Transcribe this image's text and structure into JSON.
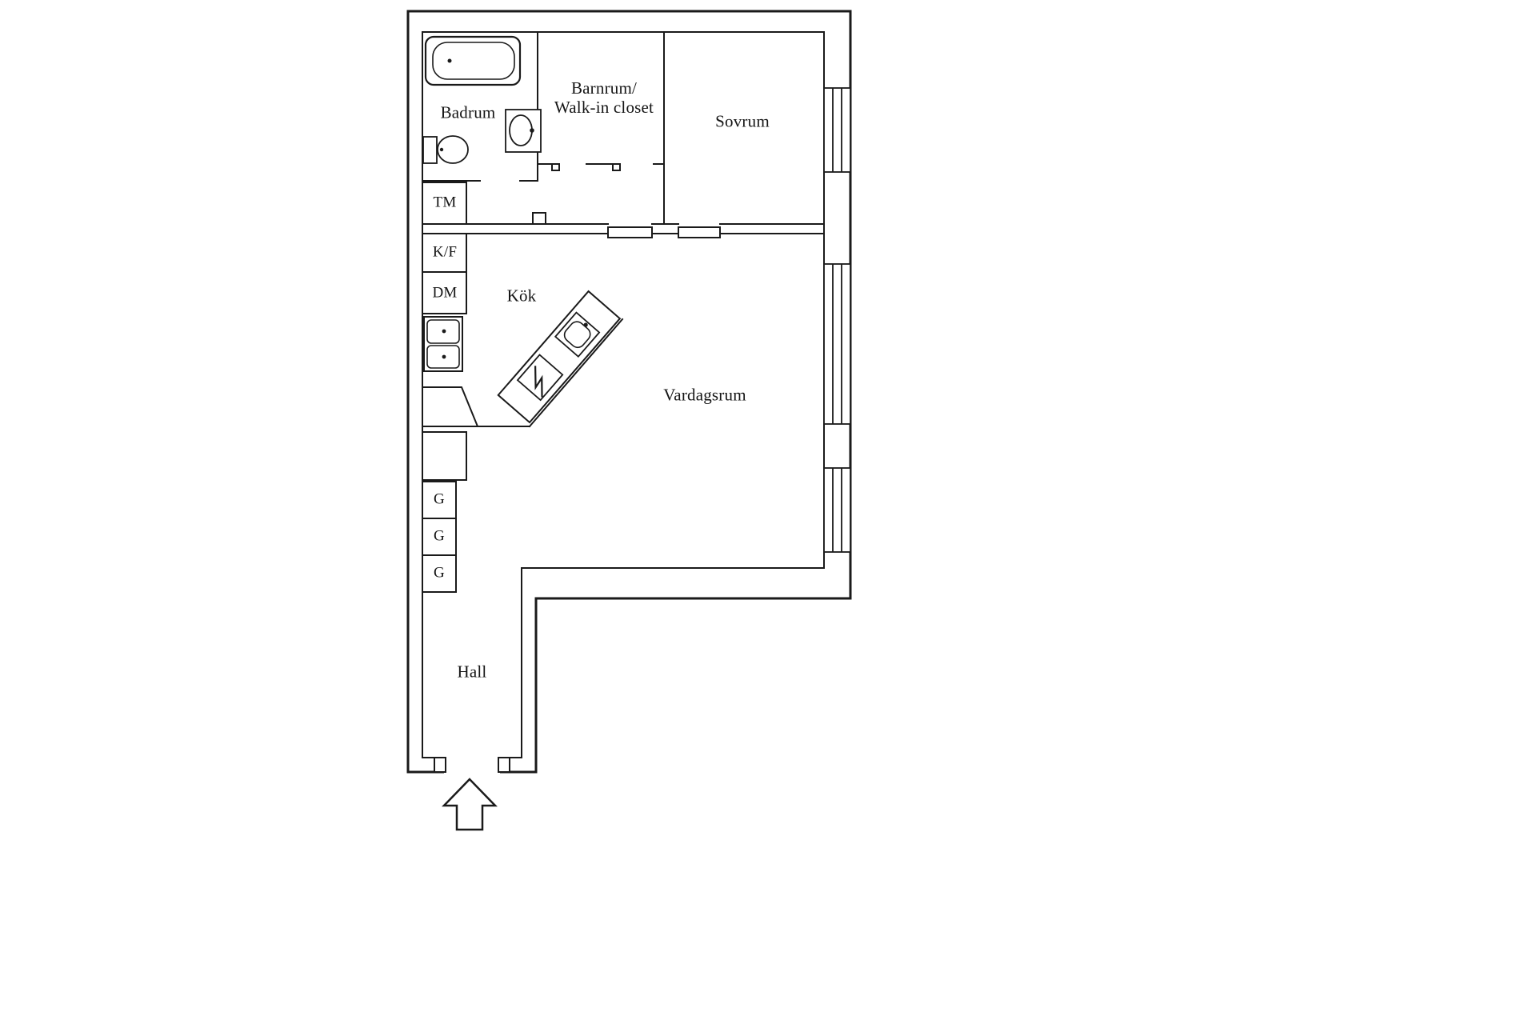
{
  "rooms": {
    "badrum": "Badrum",
    "barnrum_line1": "Barnrum/",
    "barnrum_line2": "Walk-in closet",
    "sovrum": "Sovrum",
    "tm": "TM",
    "kf": "K/F",
    "dm": "DM",
    "kok": "Kök",
    "vardagsrum": "Vardagsrum",
    "g_top": "G",
    "g_middle": "G",
    "g_bottom": "G",
    "hall": "Hall"
  },
  "colors": {
    "wall": "#1a1a1a",
    "background": "#ffffff"
  }
}
